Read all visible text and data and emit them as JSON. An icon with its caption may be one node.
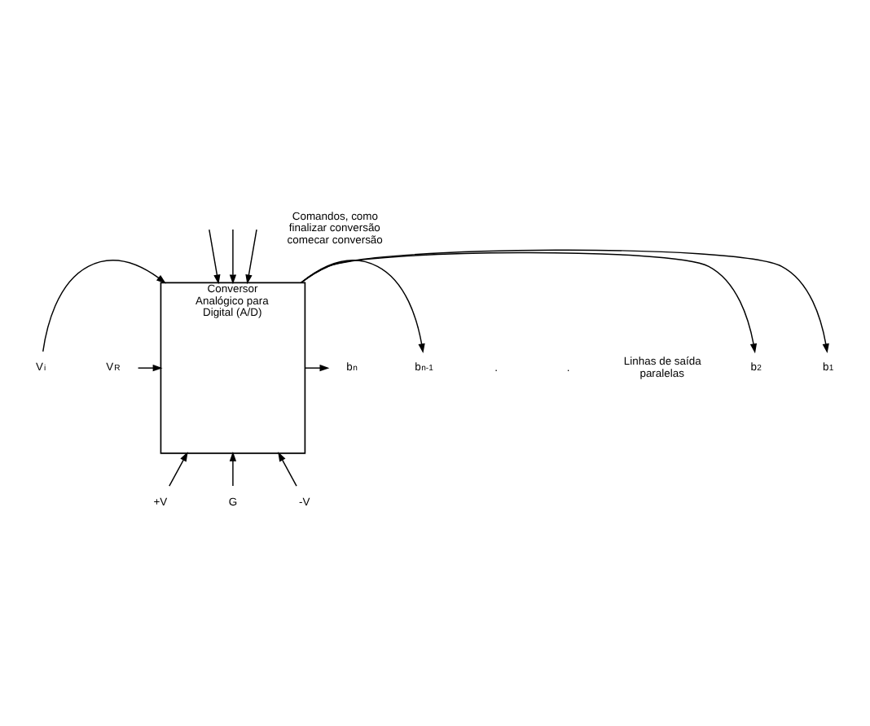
{
  "diagram": {
    "nodes": [
      {
        "text": [
          "Conversor Analógico para Digital (A/D)"
        ]
      },
      {
        "text": [
          "V$_{i}$"
        ]
      },
      {
        "text": [
          "V$_{R}$"
        ]
      },
      {
        "text": [
          "b$_{n}$"
        ]
      },
      {
        "text": [
          "b$_{n-1}$"
        ]
      },
      {
        "text": [
          "b$_{2}$"
        ]
      },
      {
        "text": [
          "b$_{1}$"
        ]
      },
      {
        "text": [
          "+V"
        ]
      },
      {
        "text": [
          "G"
        ]
      },
      {
        "text": [
          "-V"
        ]
      }
    ],
    "edges": [
      {
        "from": null,
        "to": 0,
        "arrow": "to"
      },
      {
        "from": null,
        "to": 0,
        "arrow": "to"
      },
      {
        "from": null,
        "to": 0,
        "arrow": "to"
      },
      {
        "from": 1,
        "to": 0,
        "arrow": "to"
      },
      {
        "from": 2,
        "to": 0,
        "arrow": "to"
      },
      {
        "from": 0,
        "to": 3,
        "arrow": "to"
      },
      {
        "from": 0,
        "to": 4,
        "arrow": "to"
      },
      {
        "from": 0,
        "to": 5,
        "arrow": "to"
      },
      {
        "from": 0,
        "to": 6,
        "arrow": "to"
      },
      {
        "from": 7,
        "to": 0,
        "arrow": "to"
      },
      {
        "from": 8,
        "to": 0,
        "arrow": "to"
      },
      {
        "from": 9,
        "to": 0,
        "arrow": "to"
      }
    ],
    "labels": [
      "Comandos, como finalizar conversão comecar conversão",
      ".",
      ".",
      "Linhas de saída paralelas"
    ]
  }
}
